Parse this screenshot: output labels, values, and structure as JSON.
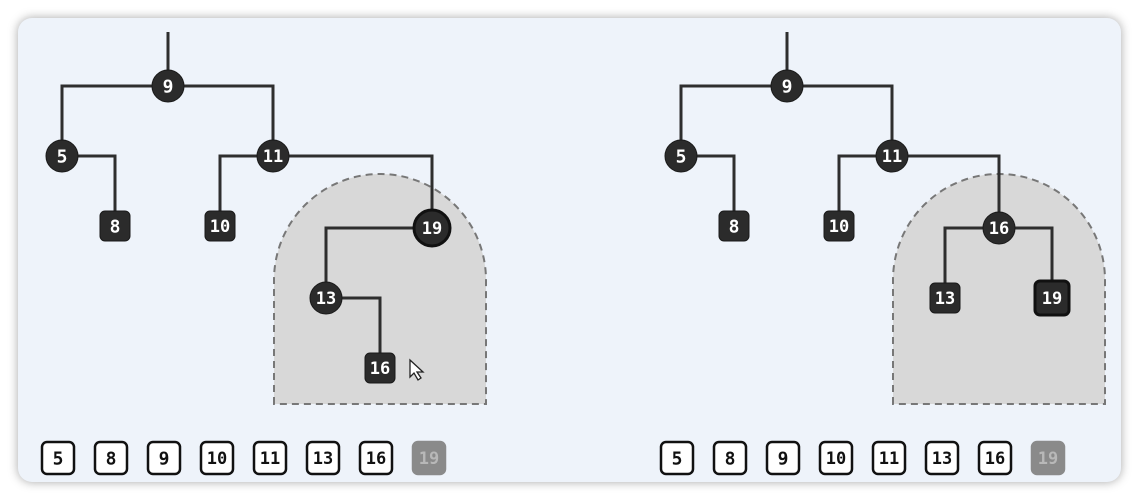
{
  "panels": [
    {
      "id": "before",
      "nodes": [
        {
          "key": "n9",
          "label": "9",
          "shape": "circle"
        },
        {
          "key": "n5",
          "label": "5",
          "shape": "circle"
        },
        {
          "key": "n11",
          "label": "11",
          "shape": "circle"
        },
        {
          "key": "n8",
          "label": "8",
          "shape": "square"
        },
        {
          "key": "n10",
          "label": "10",
          "shape": "square"
        },
        {
          "key": "n19",
          "label": "19",
          "shape": "circle",
          "emphasis": true
        },
        {
          "key": "n13",
          "label": "13",
          "shape": "circle"
        },
        {
          "key": "n16",
          "label": "16",
          "shape": "square"
        }
      ],
      "edges": [
        [
          "n9",
          "n5"
        ],
        [
          "n9",
          "n11"
        ],
        [
          "n5",
          "n8"
        ],
        [
          "n11",
          "n10"
        ],
        [
          "n11",
          "n19"
        ],
        [
          "n19",
          "n13"
        ],
        [
          "n13",
          "n16"
        ]
      ],
      "has_cursor": true
    },
    {
      "id": "after",
      "nodes": [
        {
          "key": "n9",
          "label": "9",
          "shape": "circle"
        },
        {
          "key": "n5",
          "label": "5",
          "shape": "circle"
        },
        {
          "key": "n11",
          "label": "11",
          "shape": "circle"
        },
        {
          "key": "n8",
          "label": "8",
          "shape": "square"
        },
        {
          "key": "n10",
          "label": "10",
          "shape": "square"
        },
        {
          "key": "n16",
          "label": "16",
          "shape": "circle"
        },
        {
          "key": "n13",
          "label": "13",
          "shape": "square"
        },
        {
          "key": "n19",
          "label": "19",
          "shape": "square",
          "emphasis": true
        }
      ],
      "edges": [
        [
          "n9",
          "n5"
        ],
        [
          "n9",
          "n11"
        ],
        [
          "n5",
          "n8"
        ],
        [
          "n11",
          "n10"
        ],
        [
          "n11",
          "n16"
        ],
        [
          "n16",
          "n13"
        ],
        [
          "n16",
          "n19"
        ]
      ],
      "has_cursor": false
    }
  ],
  "sorted_array": [
    {
      "label": "5",
      "faded": false
    },
    {
      "label": "8",
      "faded": false
    },
    {
      "label": "9",
      "faded": false
    },
    {
      "label": "10",
      "faded": false
    },
    {
      "label": "11",
      "faded": false
    },
    {
      "label": "13",
      "faded": false
    },
    {
      "label": "16",
      "faded": false
    },
    {
      "label": "19",
      "faded": true
    }
  ],
  "colors": {
    "background": "#eef3fa",
    "node_fill": "#2b2b2b",
    "edge": "#2e2e2e",
    "region_fill": "#d8d8d8",
    "region_stroke": "#777777",
    "faded_box": "#8a8a8a"
  }
}
